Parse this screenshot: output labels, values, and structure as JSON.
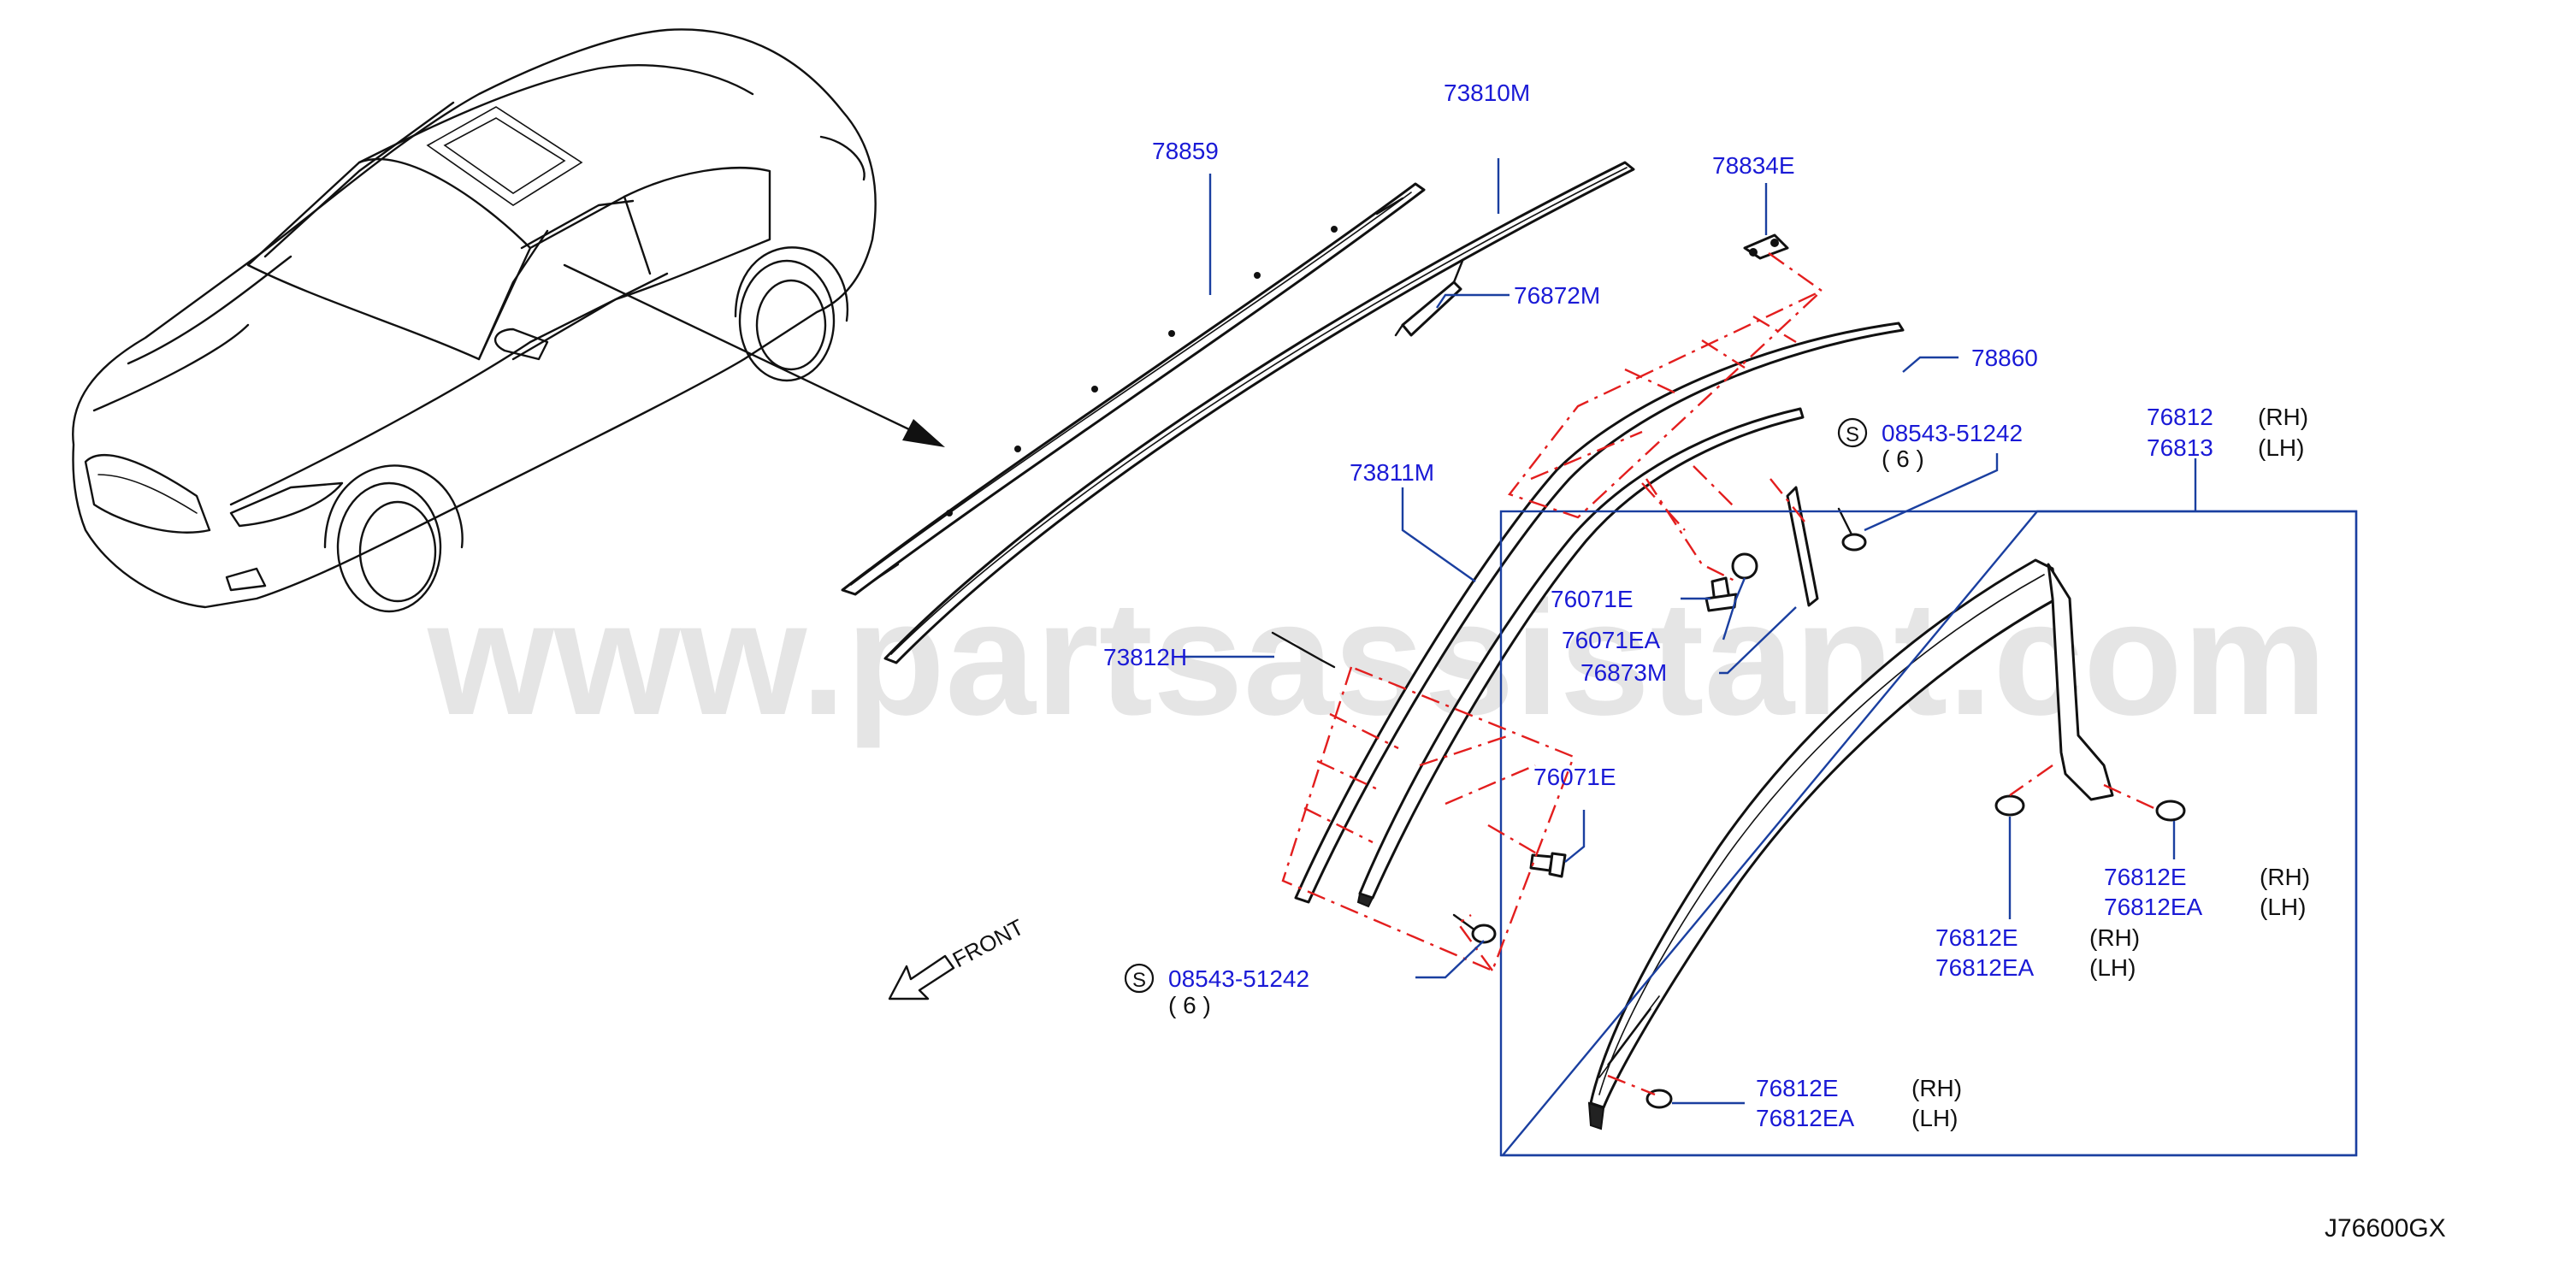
{
  "watermark": "www.partsassistant.com",
  "diagram_code": "J76600GX",
  "front_label": "FRONT",
  "labels": {
    "p78859": "78859",
    "p73810M": "73810M",
    "p78834E": "78834E",
    "p76872M": "76872M",
    "p78860": "78860",
    "p08543_top": "08543-51242",
    "p08543_top_qty": "(   6   )",
    "p73811M": "73811M",
    "p76071E_a": "76071E",
    "p76071EA": "76071EA",
    "p76873M": "76873M",
    "p73812H": "73812H",
    "p76071E_b": "76071E",
    "p08543_bot": "08543-51242",
    "p08543_bot_qty": "(   6   )",
    "p76812": "76812",
    "p76813": "76813",
    "p76812_rh": "(RH)",
    "p76813_lh": "(LH)",
    "p76812E_r": "76812E",
    "p76812EA_r": "76812EA",
    "p76812E_r_rh": "(RH)",
    "p76812EA_r_lh": "(LH)",
    "p76812E_m": "76812E",
    "p76812EA_m": "76812EA",
    "p76812E_m_rh": "(RH)",
    "p76812EA_m_lh": "(LH)",
    "p76812E_b": "76812E",
    "p76812EA_b": "76812EA",
    "p76812E_b_rh": "(RH)",
    "p76812EA_b_lh": "(LH)",
    "s_symbol": "S"
  },
  "colors": {
    "label_blue": "#1a1ad6",
    "leader_blue": "#1a3fa0",
    "dash_red": "#e31e1e",
    "line_black": "#111111"
  }
}
